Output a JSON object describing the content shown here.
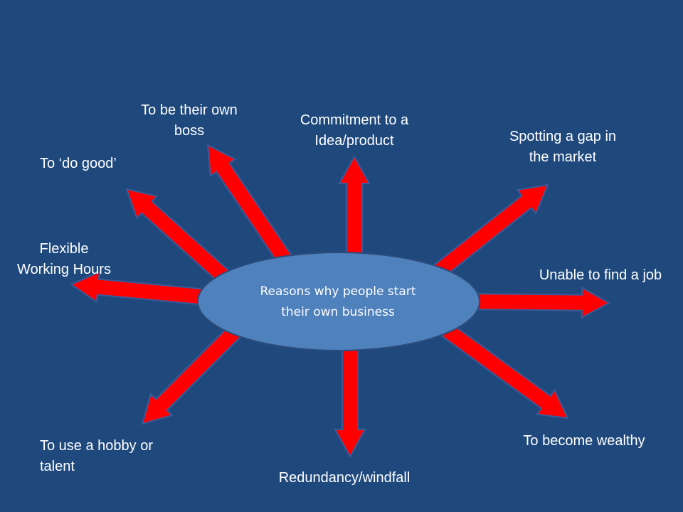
{
  "colors": {
    "background": "#1F497D",
    "arrow_fill": "#FF0000",
    "arrow_stroke": "#3A5A9A",
    "center_fill": "#4F81BD",
    "center_stroke": "#2C4D7C",
    "text": "#FFFFFF"
  },
  "center": {
    "text": "Reasons why people start\ntheir own business"
  },
  "reasons": [
    {
      "id": "boss",
      "text": "To be their own\nboss"
    },
    {
      "id": "commitment",
      "text": "Commitment to a\nIdea/product"
    },
    {
      "id": "gap",
      "text": "Spotting a gap in\nthe market"
    },
    {
      "id": "do-good",
      "text": "To ‘do good’"
    },
    {
      "id": "flexible",
      "text": "Flexible\nWorking Hours"
    },
    {
      "id": "job",
      "text": "Unable to find a job"
    },
    {
      "id": "hobby",
      "text": "To use a hobby or\ntalent"
    },
    {
      "id": "redundancy",
      "text": "Redundancy/windfall"
    },
    {
      "id": "wealthy",
      "text": "To become wealthy"
    }
  ]
}
